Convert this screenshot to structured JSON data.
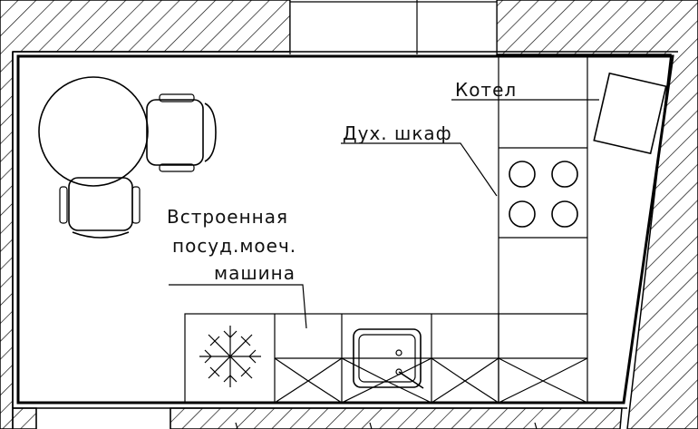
{
  "labels": {
    "boiler": "Котел",
    "oven": "Дух. шкаф",
    "dishwasher_line1": "Встроенная",
    "dishwasher_line2": "посуд.моеч.",
    "dishwasher_line3": "машина"
  },
  "colors": {
    "line": "#000000",
    "background": "#ffffff"
  },
  "icons": [
    "snowflake-icon",
    "stove-burner-icon",
    "sink-icon",
    "dining-table-icon",
    "chair-icon",
    "boiler-icon"
  ]
}
